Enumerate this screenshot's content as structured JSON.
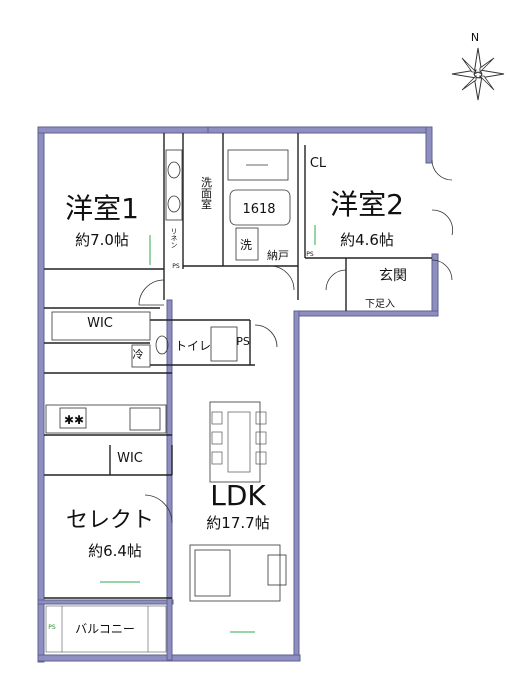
{
  "compass": {
    "label": "N",
    "icon": "compass-rose-icon"
  },
  "rooms": {
    "western1": {
      "name": "洋室1",
      "area": "約7.0帖"
    },
    "western2": {
      "name": "洋室2",
      "area": "約4.6帖"
    },
    "ldk": {
      "name": "LDK",
      "area": "約17.7帖"
    },
    "select": {
      "name": "セレクト",
      "area": "約6.4帖"
    }
  },
  "labels": {
    "washroom": "洗面室",
    "bath": "1618",
    "linen": "リネン",
    "washer": "洗",
    "storage": "納戸",
    "closet": "CL",
    "entrance": "玄関",
    "shoebox": "下足入",
    "wic_top": "WIC",
    "wic_select": "WIC",
    "fridge": "冷",
    "toilet": "トイレ",
    "ps1": "PS",
    "ps2": "PS",
    "ps3": "PS",
    "ps4": "PS",
    "balcony": "バルコニー"
  },
  "colors": {
    "wall": "#8e8fc0",
    "wall_dark": "#5e6090",
    "line": "#222222",
    "floor": "#ffffff",
    "green": "#2fa84f"
  }
}
